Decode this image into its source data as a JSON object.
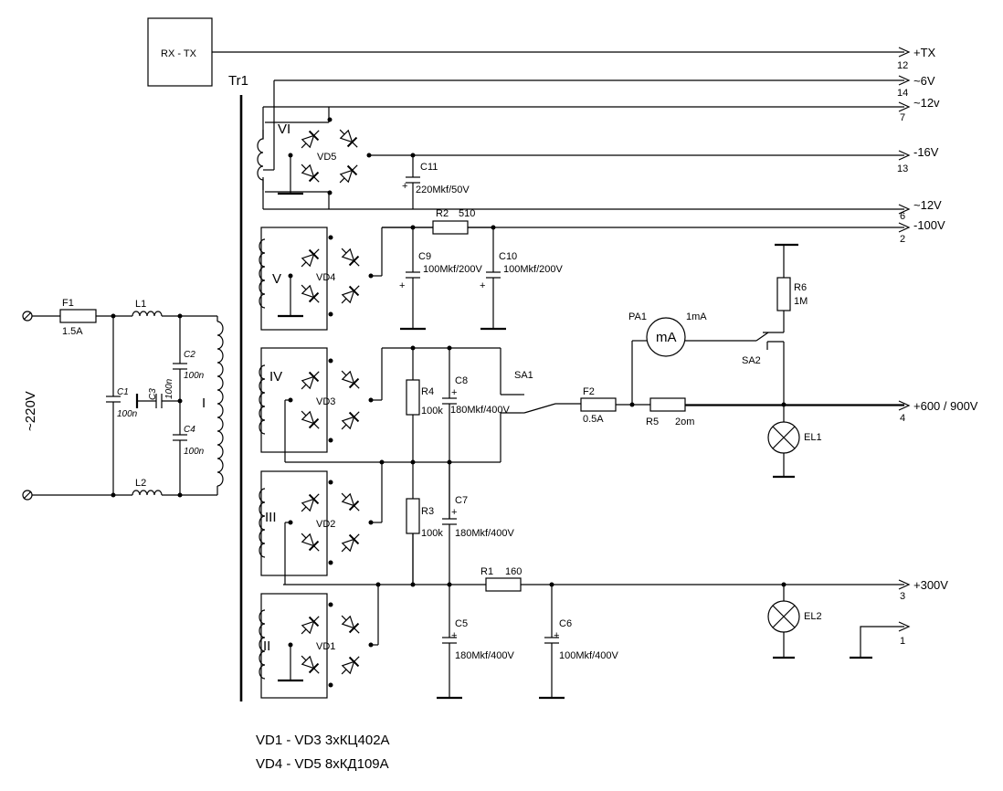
{
  "labels": {
    "rxtx": "RX - TX",
    "tr1": "Tr1",
    "mains": "~220V",
    "winding_I": "I",
    "winding_II": "II",
    "winding_III": "III",
    "winding_IV": "IV",
    "winding_V": "V",
    "winding_VI": "VI",
    "F1": "F1",
    "F1_val": "1.5A",
    "L1": "L1",
    "L2": "L2",
    "C1": "C1",
    "C1_val": "100n",
    "C2": "C2",
    "C2_val": "100n",
    "C3": "C3",
    "C3_val": "100n",
    "C4": "C4",
    "C4_val": "100n",
    "VD1": "VD1",
    "VD2": "VD2",
    "VD3": "VD3",
    "VD4": "VD4",
    "VD5": "VD5",
    "C11": "C11",
    "C11_val": "220Mkf/50V",
    "R2": "R2",
    "R2_val": "510",
    "C9": "C9",
    "C9_val": "100Mkf/200V",
    "C10": "C10",
    "C10_val": "100Mkf/200V",
    "R4": "R4",
    "R4_val": "100k",
    "C8": "C8",
    "C8_val": "180Mkf/400V",
    "R3": "R3",
    "R3_val": "100k",
    "C7": "C7",
    "C7_val": "180Mkf/400V",
    "R1": "R1",
    "R1_val": "160",
    "C5": "C5",
    "C5_val": "180Mkf/400V",
    "C6": "C6",
    "C6_val": "100Mkf/400V",
    "SA1": "SA1",
    "SA2": "SA2",
    "PA1": "PA1",
    "PA1_val": "1mA",
    "meter": "mA",
    "F2": "F2",
    "F2_val": "0.5A",
    "R5": "R5",
    "R5_val": "2om",
    "R6": "R6",
    "R6_val": "1M",
    "EL1": "EL1",
    "EL2": "EL2",
    "plus": "+"
  },
  "outputs": [
    {
      "label": "+TX",
      "pin": "12"
    },
    {
      "label": "~6V",
      "pin": "14"
    },
    {
      "label": "~12v",
      "pin": "7"
    },
    {
      "label": "-16V",
      "pin": "13"
    },
    {
      "label": "~12V",
      "pin": "6"
    },
    {
      "label": "-100V",
      "pin": "2"
    },
    {
      "label": "+600 / 900V",
      "pin": "4"
    },
    {
      "label": "+300V",
      "pin": "3"
    },
    {
      "label": "",
      "pin": "1"
    }
  ],
  "notes": [
    "VD1 - VD3  3xКЦ402А",
    "VD4 - VD5  8xКД109А"
  ]
}
